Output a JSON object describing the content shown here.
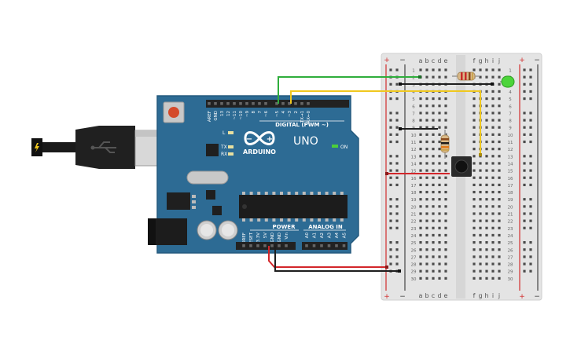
{
  "colors": {
    "board": "#2d6b94",
    "board_edge": "#245a7e",
    "breadboard": "#e6e6e6",
    "rail_red": "#d22d2d",
    "rail_blue": "#3a3a3a",
    "wire_green": "#2fae3c",
    "wire_yellow": "#f0c81e",
    "wire_red": "#d3262a",
    "wire_black": "#1e1e1e",
    "led": "#4cd43a"
  },
  "arduino": {
    "brand": "ARDUINO",
    "model": "UNO",
    "digital_label": "DIGITAL (PWM ~)",
    "power_label": "POWER",
    "analog_label": "ANALOG IN",
    "on_label": "ON",
    "led_l": "L",
    "led_tx": "TX",
    "led_rx": "RX",
    "digital_pins": [
      "AREF",
      "GND",
      "13",
      "12",
      "~11",
      "~10",
      "~9",
      "8",
      "7",
      "~6",
      "~5",
      "4",
      "~3",
      "2",
      "TX→1",
      "RX←0"
    ],
    "power_pins": [
      "IOREF",
      "RESET",
      "3.3V",
      "5V",
      "GND",
      "GND",
      "Vin"
    ],
    "analog_pins": [
      "A0",
      "A1",
      "A2",
      "A3",
      "A4",
      "A5"
    ]
  },
  "breadboard": {
    "columns_left": [
      "a",
      "b",
      "c",
      "d",
      "e"
    ],
    "columns_right": [
      "f",
      "g",
      "h",
      "i",
      "j"
    ],
    "rows": [
      "1",
      "2",
      "3",
      "4",
      "5",
      "6",
      "7",
      "8",
      "9",
      "10",
      "11",
      "12",
      "13",
      "14",
      "15",
      "16",
      "17",
      "18",
      "19",
      "20",
      "21",
      "22",
      "23",
      "24",
      "25",
      "26",
      "27",
      "28",
      "29",
      "30"
    ],
    "rail_plus": "+",
    "rail_minus": "−"
  }
}
